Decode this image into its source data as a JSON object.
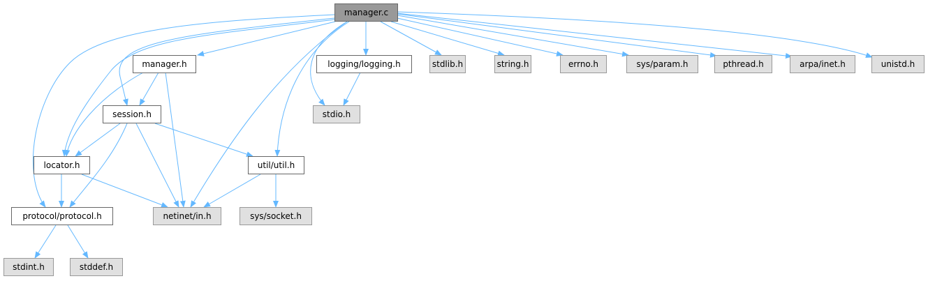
{
  "colors": {
    "edge": "#63b8ff",
    "root_fill": "#999999",
    "ext_fill": "#e0e0e0",
    "local_fill": "#ffffff"
  },
  "nodes": {
    "manager_c": "manager.c",
    "manager_h": "manager.h",
    "logging_h": "logging/logging.h",
    "stdlib_h": "stdlib.h",
    "string_h": "string.h",
    "errno_h": "errno.h",
    "sys_param_h": "sys/param.h",
    "pthread_h": "pthread.h",
    "arpa_inet_h": "arpa/inet.h",
    "unistd_h": "unistd.h",
    "session_h": "session.h",
    "stdio_h": "stdio.h",
    "locator_h": "locator.h",
    "util_h": "util/util.h",
    "protocol_h": "protocol/protocol.h",
    "netinet_in_h": "netinet/in.h",
    "sys_socket_h": "sys/socket.h",
    "stdint_h": "stdint.h",
    "stddef_h": "stddef.h"
  },
  "edges": [
    [
      "manager_c",
      "manager_h"
    ],
    [
      "manager_c",
      "logging_h"
    ],
    [
      "manager_c",
      "stdlib_h"
    ],
    [
      "manager_c",
      "string_h"
    ],
    [
      "manager_c",
      "errno_h"
    ],
    [
      "manager_c",
      "sys_param_h"
    ],
    [
      "manager_c",
      "pthread_h"
    ],
    [
      "manager_c",
      "arpa_inet_h"
    ],
    [
      "manager_c",
      "unistd_h"
    ],
    [
      "manager_c",
      "session_h"
    ],
    [
      "manager_c",
      "locator_h"
    ],
    [
      "manager_c",
      "protocol_h"
    ],
    [
      "manager_c",
      "netinet_in_h"
    ],
    [
      "manager_c",
      "stdio_h"
    ],
    [
      "manager_c",
      "util_h"
    ],
    [
      "manager_h",
      "session_h"
    ],
    [
      "manager_h",
      "locator_h"
    ],
    [
      "manager_h",
      "netinet_in_h"
    ],
    [
      "logging_h",
      "stdio_h"
    ],
    [
      "session_h",
      "locator_h"
    ],
    [
      "session_h",
      "protocol_h"
    ],
    [
      "session_h",
      "netinet_in_h"
    ],
    [
      "session_h",
      "util_h"
    ],
    [
      "locator_h",
      "protocol_h"
    ],
    [
      "locator_h",
      "netinet_in_h"
    ],
    [
      "util_h",
      "netinet_in_h"
    ],
    [
      "util_h",
      "sys_socket_h"
    ],
    [
      "protocol_h",
      "stdint_h"
    ],
    [
      "protocol_h",
      "stddef_h"
    ]
  ]
}
